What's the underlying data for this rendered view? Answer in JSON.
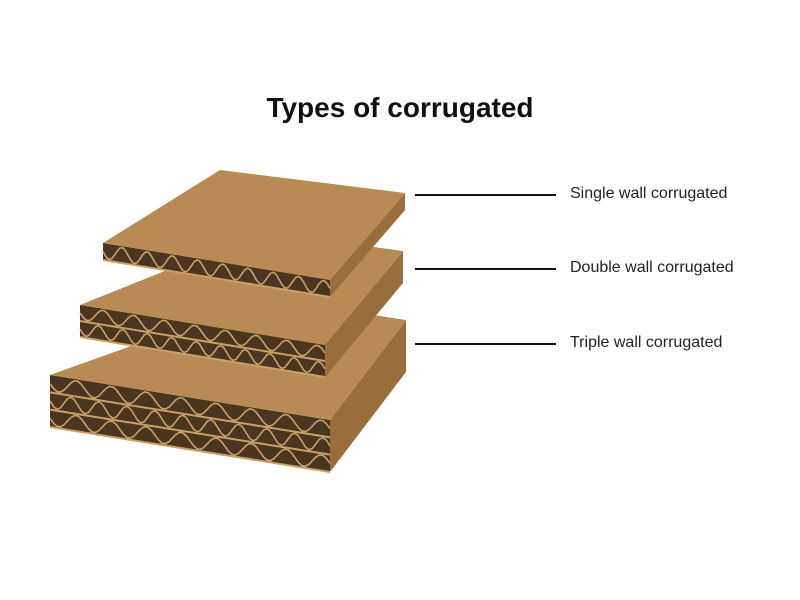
{
  "title": "Types of corrugated",
  "labels": [
    "Single wall corrugated",
    "Double wall corrugated",
    "Triple wall corrugated"
  ],
  "colors": {
    "board_top": "#b88b55",
    "board_edge": "#9a6e3c",
    "flute_dark": "#4a3520",
    "flute_light": "#c9a06a"
  }
}
